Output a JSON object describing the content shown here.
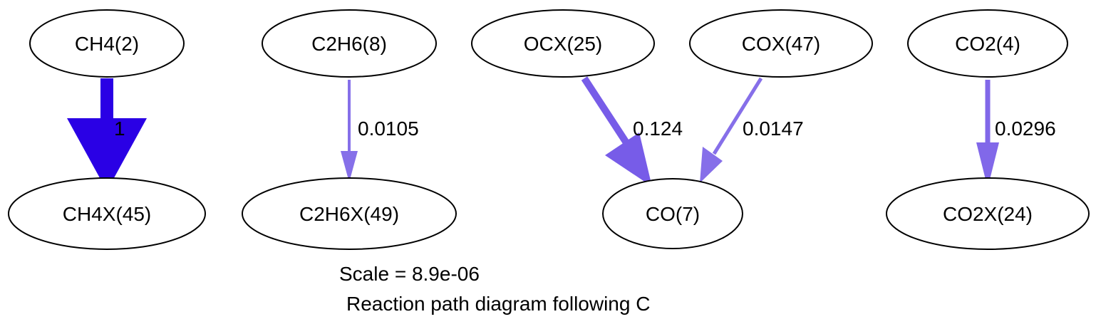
{
  "nodes": {
    "ch4": "CH4(2)",
    "c2h6": "C2H6(8)",
    "ocx": "OCX(25)",
    "cox": "COX(47)",
    "co2": "CO2(4)",
    "ch4x": "CH4X(45)",
    "c2h6x": "C2H6X(49)",
    "co": "CO(7)",
    "co2x": "CO2X(24)"
  },
  "edges": [
    {
      "from": "CH4(2)",
      "to": "CH4X(45)",
      "label": "1",
      "color": "#2a00e5"
    },
    {
      "from": "C2H6(8)",
      "to": "C2H6X(49)",
      "label": "0.0105",
      "color": "#8670e9"
    },
    {
      "from": "OCX(25)",
      "to": "CO(7)",
      "label": "0.124",
      "color": "#775ce8"
    },
    {
      "from": "COX(47)",
      "to": "CO(7)",
      "label": "0.0147",
      "color": "#866fe9"
    },
    {
      "from": "CO2(4)",
      "to": "CO2X(24)",
      "label": "0.0296",
      "color": "#8168e9"
    }
  ],
  "caption": {
    "scale": "Scale = 8.9e-06",
    "title": "Reaction path diagram following C"
  }
}
